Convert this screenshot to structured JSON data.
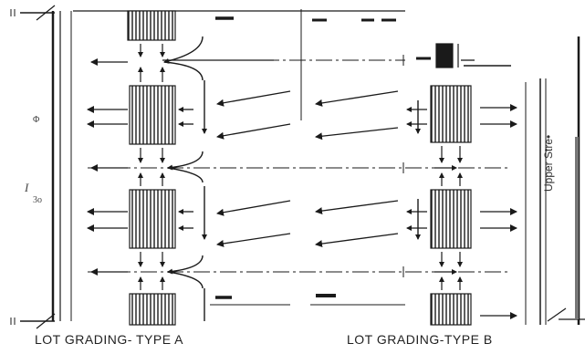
{
  "captions": {
    "type_a": "LOT GRADING- TYPE A",
    "type_b": "LOT GRADING-TYPE B"
  },
  "street_label": "Upper Stre•",
  "margin_marks": {
    "phi": "Φ",
    "dim": "I",
    "dim_sub": "3o"
  },
  "colors": {
    "ink": "#1a1a1a",
    "paper": "#ffffff"
  },
  "icons": {
    "building": "hatched-rectangle",
    "flow_arrow": "arrow",
    "centerline": "dash-dot-line"
  }
}
